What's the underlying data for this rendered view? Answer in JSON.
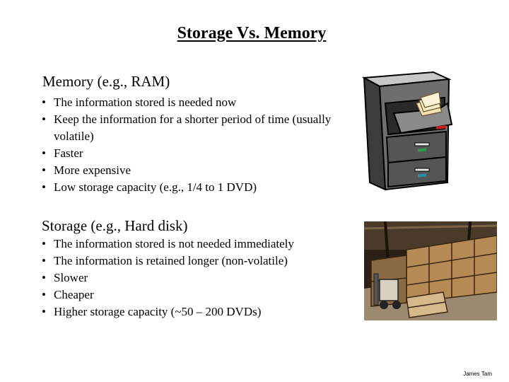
{
  "slide": {
    "title": "Storage Vs. Memory",
    "memory": {
      "heading": "Memory (e.g., RAM)",
      "bullets": [
        "The information stored is needed now",
        "Keep the information for a shorter period of time (usually volatile)",
        "Faster",
        "More expensive",
        "Low storage capacity (e.g., 1/4 to 1 DVD)"
      ]
    },
    "storage": {
      "heading": "Storage (e.g., Hard disk)",
      "bullets": [
        "The information stored is not needed immediately",
        "The information is retained longer (non-volatile)",
        "Slower",
        "Cheaper",
        "Higher storage capacity (~50 – 200 DVDs)"
      ]
    },
    "author": "James Tam"
  },
  "images": {
    "memory_clipart": "filing-cabinet-icon",
    "storage_clipart": "warehouse-forklift-icon"
  }
}
